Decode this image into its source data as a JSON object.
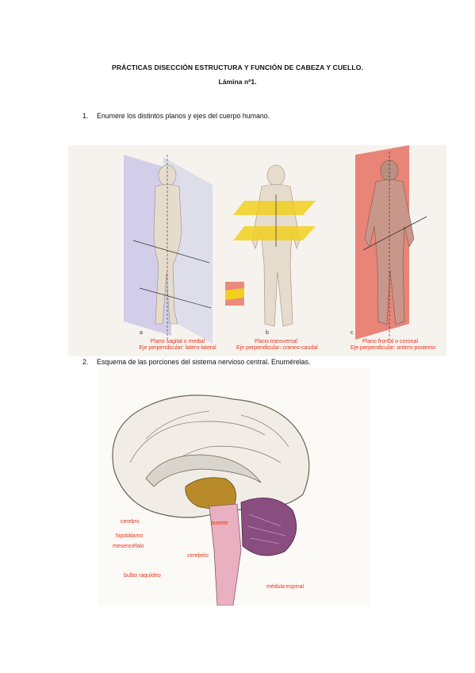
{
  "header": {
    "title": "PRÁCTICAS DISECCIÓN ESTRUCTURA Y FUNCIÓN DE CABEZA Y CUELLO.",
    "subtitle": "Lámina nº1."
  },
  "questions": [
    {
      "num": "1.",
      "text": "Enumere los distintos planos y ejes del cuerpo humano."
    },
    {
      "num": "2.",
      "text": "Esquema de las porciones del sistema nervioso central. Enumérelas."
    }
  ],
  "planes_figure": {
    "panels": [
      {
        "letter": "a",
        "line1": "Plano sagital o medial",
        "line2": "Eje perpendicular: latero-lateral"
      },
      {
        "letter": "b",
        "line1": "Plano transversal",
        "line2": "Eje perpendicular: craneo-caudal"
      },
      {
        "letter": "c",
        "line1": "Plano frontal o coronal",
        "line2": "Eje perpendicular: antero-posterior"
      }
    ],
    "colors": {
      "sagittal": "#c9c3e6",
      "transverse": "#f2cf1e",
      "coronal": "#e8786a"
    }
  },
  "brain_figure": {
    "labels": {
      "cerebro": "cerebro",
      "hipotalamo": "hipotálamo",
      "mesencefalo": "mesencéfalo",
      "cerebelo": "cerebelo",
      "bulbo": "bulbo raquídeo",
      "puente": "puente",
      "medula": "médula espinal"
    },
    "colors": {
      "label": "#e8341c",
      "brainstem": "#e8b0c0",
      "diencephalon": "#b98a2a",
      "cerebellum": "#8a4d80"
    }
  }
}
